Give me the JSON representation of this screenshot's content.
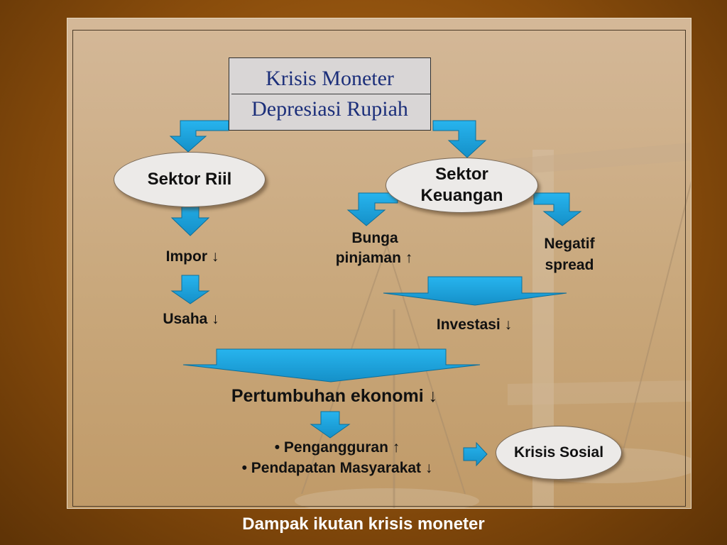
{
  "title": {
    "line1": "Krisis Moneter",
    "line2": "Depresiasi Rupiah"
  },
  "nodes": {
    "sektor_riil": "Sektor Riil",
    "sektor_keuangan_1": "Sektor",
    "sektor_keuangan_2": "Keuangan",
    "impor": "Impor ↓",
    "usaha": "Usaha ↓",
    "bunga_1": "Bunga",
    "bunga_2": "pinjaman ↑",
    "negatif_1": "Negatif",
    "negatif_2": "spread",
    "investasi": "Investasi ↓",
    "pertumbuhan": "Pertumbuhan ekonomi ↓",
    "pengangguran": "• Pengangguran ↑",
    "pendapatan": "• Pendapatan Masyarakat ↓",
    "krisis_sosial": "Krisis Sosial"
  },
  "footer": "Dampak ikutan krisis moneter",
  "colors": {
    "arrow": "#1aa0d8",
    "arrow_edge": "#0d6f9a",
    "title_text": "#1c2f7a"
  }
}
